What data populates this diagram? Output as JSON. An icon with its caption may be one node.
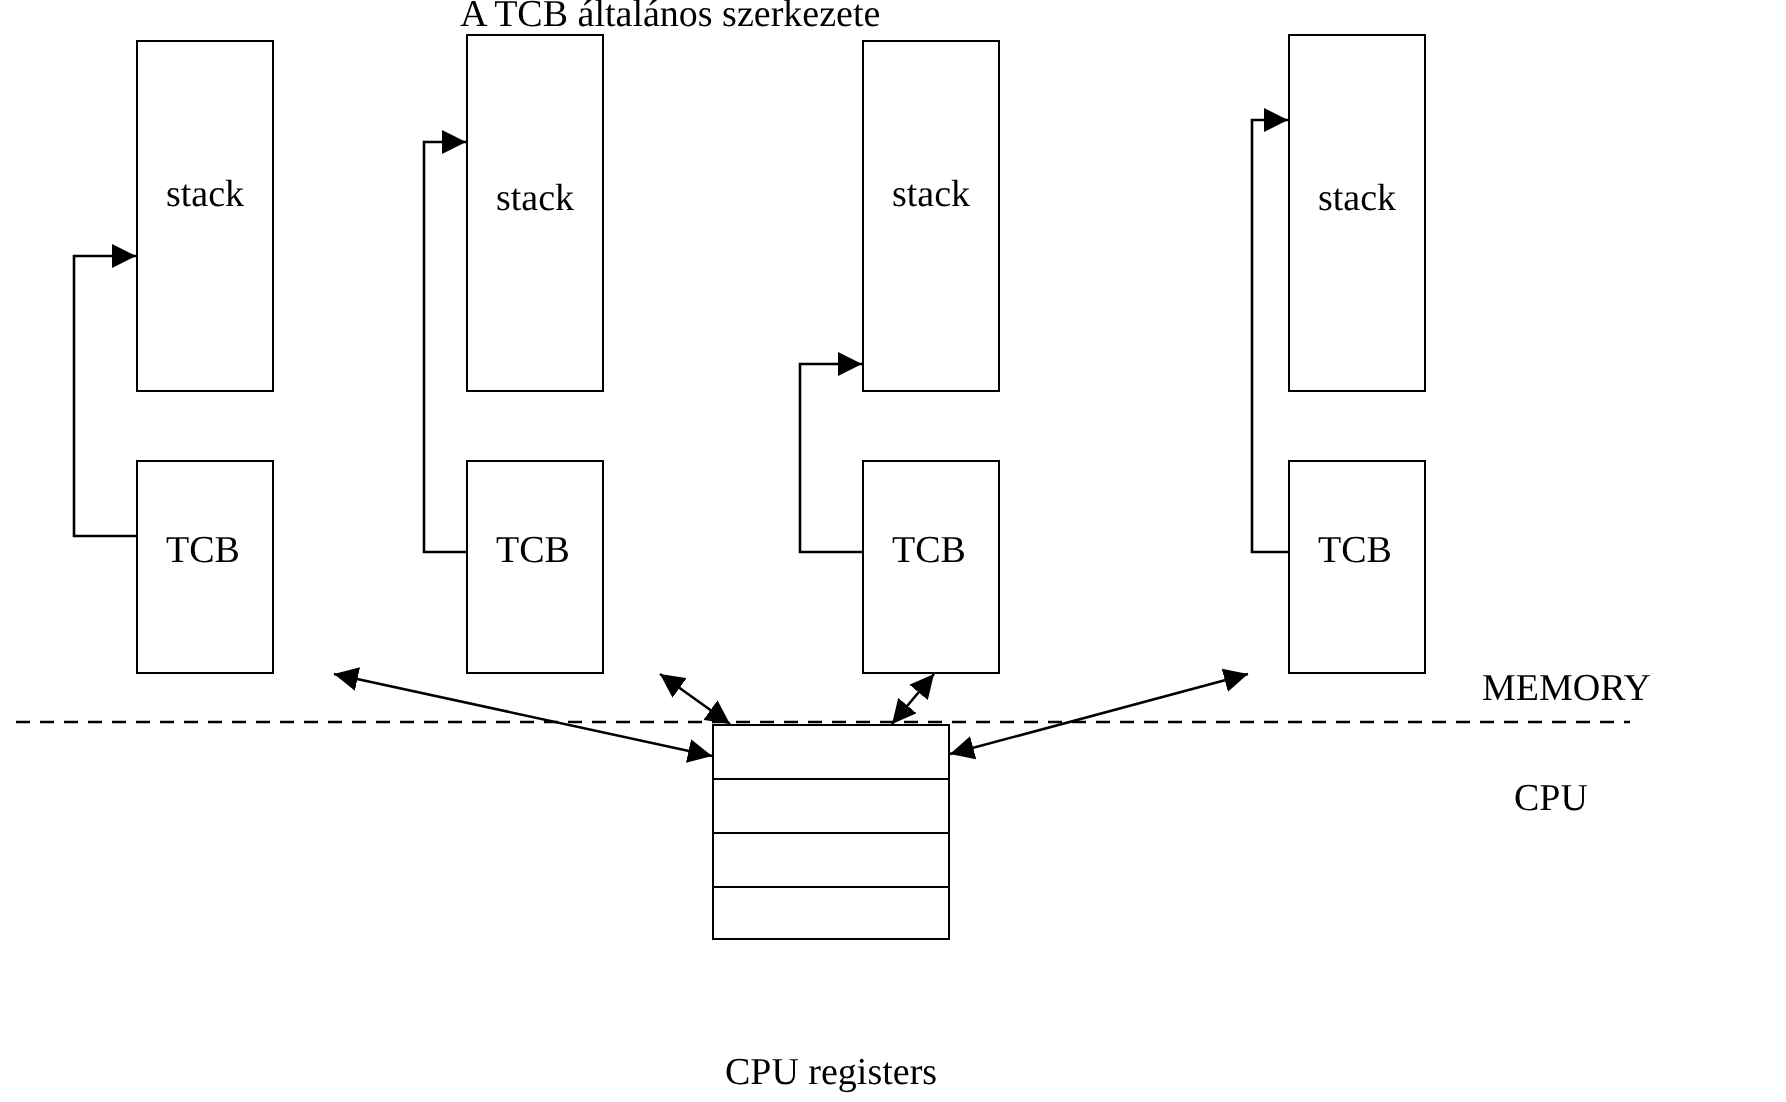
{
  "diagram": {
    "title": "A TCB általános szerkezete",
    "nodes": [
      {
        "text": [
          "stack"
        ]
      },
      {
        "text": [
          "TCB"
        ]
      },
      {
        "text": [
          "stack"
        ]
      },
      {
        "text": [
          "TCB"
        ]
      },
      {
        "text": [
          "stack"
        ]
      },
      {
        "text": [
          "TCB"
        ]
      },
      {
        "text": [
          "stack"
        ]
      },
      {
        "text": [
          "TCB"
        ]
      },
      {
        "text": [
          "CPU registers"
        ]
      }
    ],
    "edges": [
      {
        "from": 1,
        "to": 0,
        "arrow": "to"
      },
      {
        "from": 3,
        "to": 2,
        "arrow": "to"
      },
      {
        "from": 5,
        "to": 4,
        "arrow": "to"
      },
      {
        "from": 7,
        "to": 6,
        "arrow": "to"
      },
      {
        "from": 1,
        "to": 8,
        "arrow": "both"
      },
      {
        "from": 3,
        "to": 8,
        "arrow": "both"
      },
      {
        "from": 5,
        "to": 8,
        "arrow": "both"
      },
      {
        "from": 7,
        "to": 8,
        "arrow": "both"
      }
    ],
    "labels": [
      "MEMORY",
      "CPU"
    ]
  }
}
